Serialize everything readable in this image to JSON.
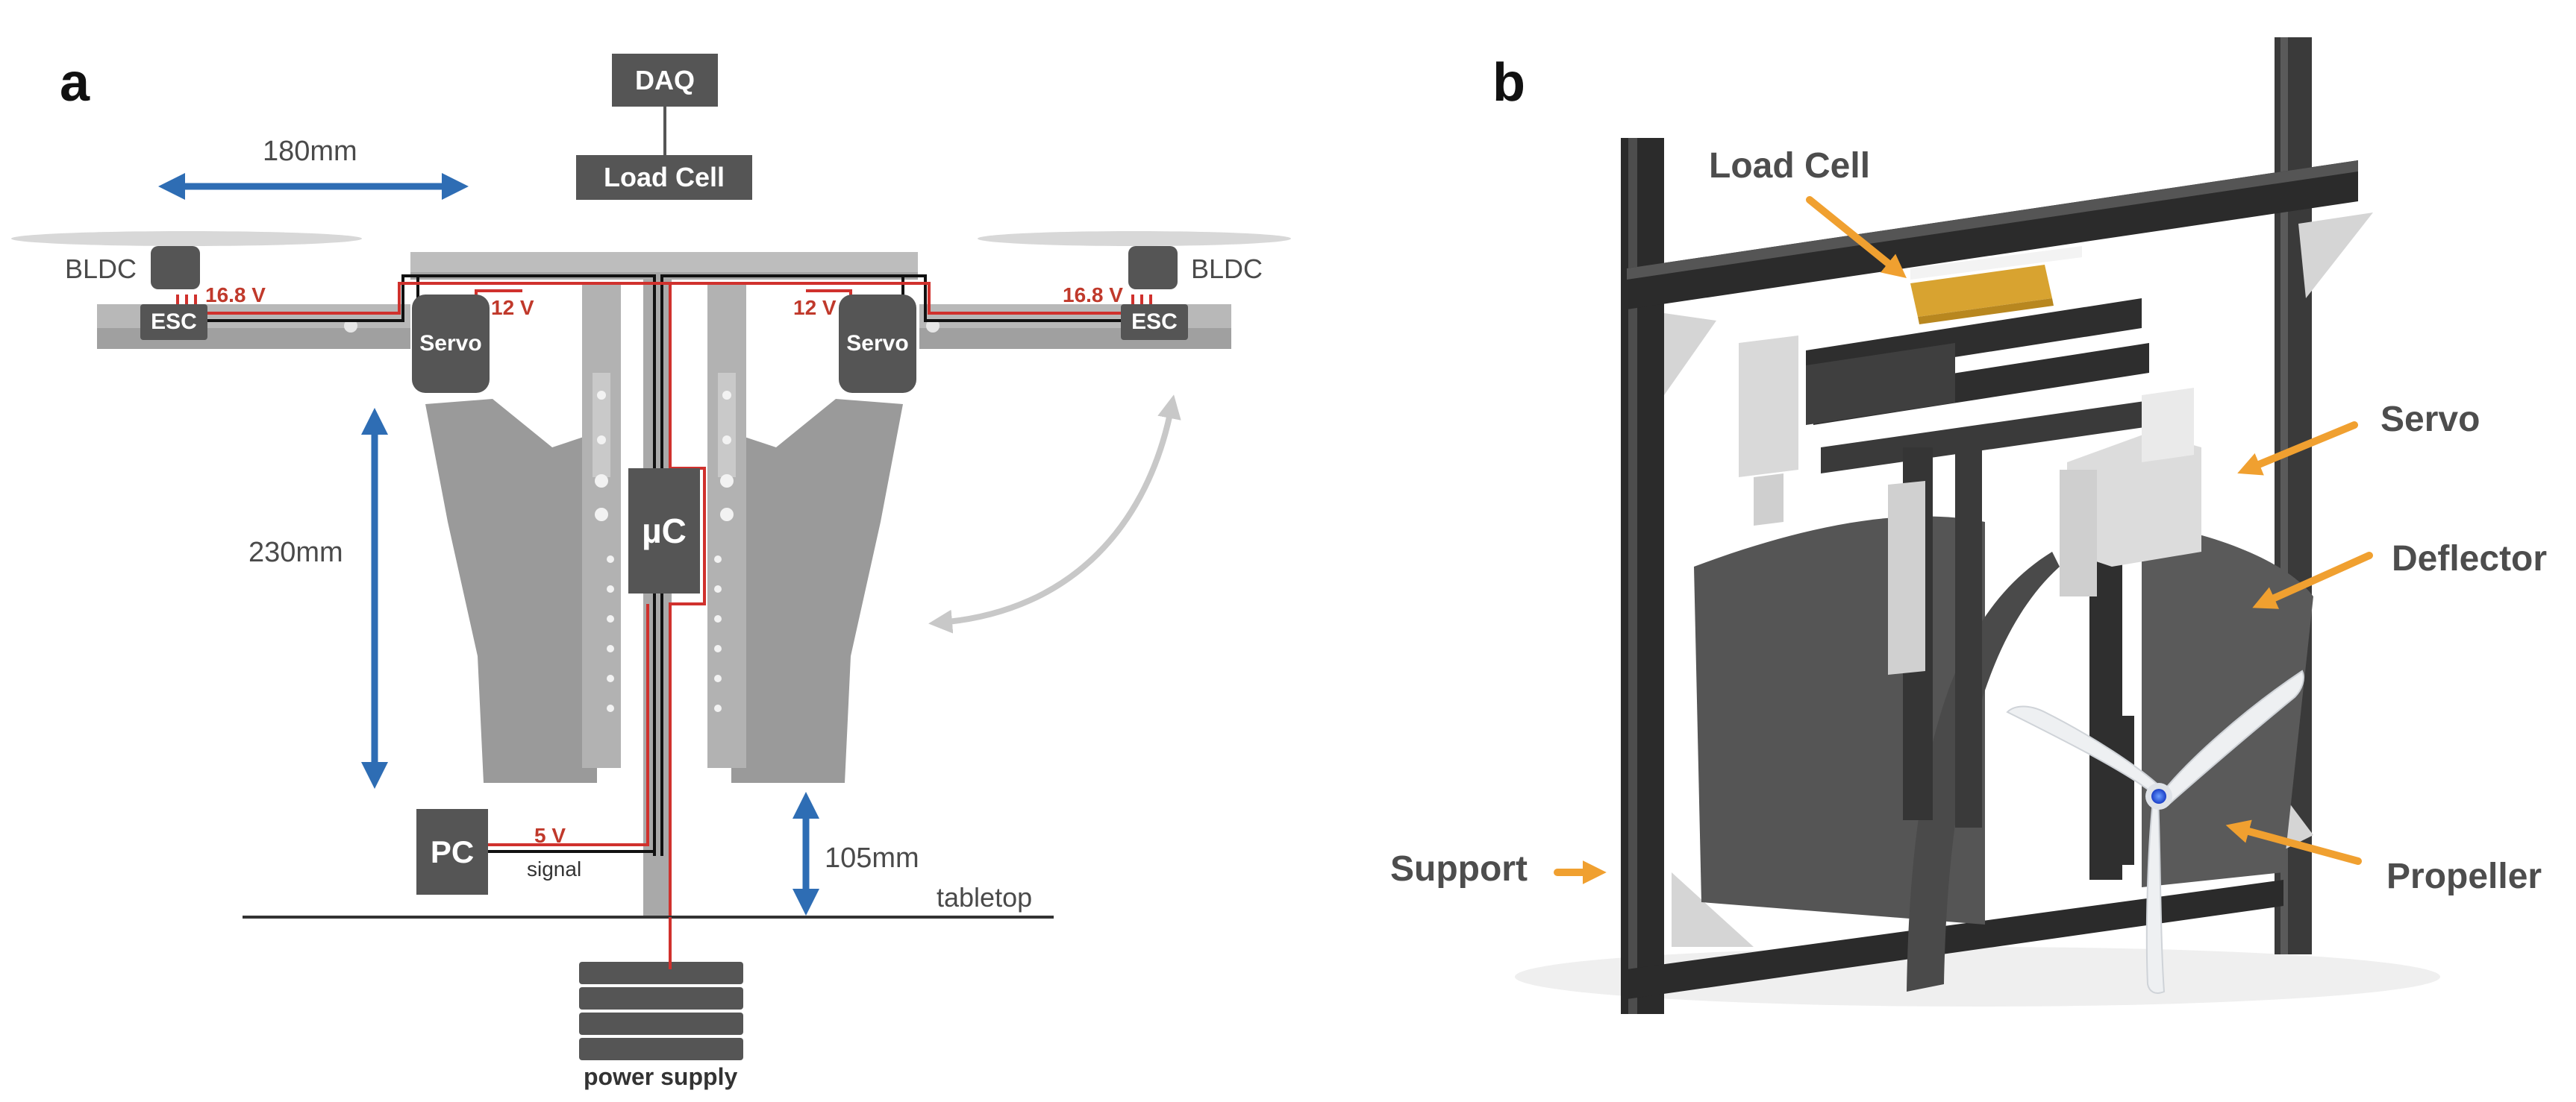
{
  "panels": {
    "a": "a",
    "b": "b"
  },
  "panel_a": {
    "daq": "DAQ",
    "load_cell": "Load Cell",
    "bldc_left": "BLDC",
    "bldc_right": "BLDC",
    "esc_left": "ESC",
    "esc_right": "ESC",
    "servo_left": "Servo",
    "servo_right": "Servo",
    "voltage_bldc_left": "16.8 V",
    "voltage_bldc_right": "16.8 V",
    "voltage_servo_left": "12 V",
    "voltage_servo_right": "12 V",
    "microcontroller": "µC",
    "pc": "PC",
    "pc_voltage": "5 V",
    "pc_signal": "signal",
    "dim_width": "180mm",
    "dim_height": "230mm",
    "dim_table": "105mm",
    "tabletop": "tabletop",
    "power_supply": "power supply"
  },
  "panel_b": {
    "load_cell": "Load Cell",
    "servo": "Servo",
    "deflector": "Deflector",
    "support": "Support",
    "propeller": "Propeller"
  },
  "colors": {
    "dimension_arrow": "#2e6db4",
    "callout_arrow": "#f0a030",
    "wire_red": "#d0312d",
    "box_fill": "#555555",
    "frame_gray": "#b5b5b5",
    "extrusion_dark": "#2b2b2b"
  }
}
